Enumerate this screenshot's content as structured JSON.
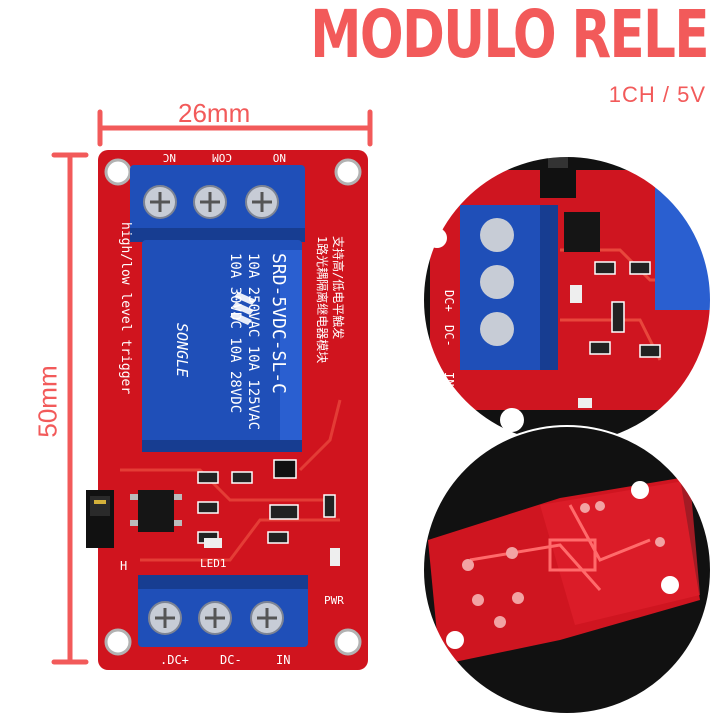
{
  "header": {
    "title": "MODULO RELE",
    "subtitle": "1CH / 5V"
  },
  "dimensions": {
    "width": "26mm",
    "height": "50mm"
  },
  "board": {
    "top_terminals": [
      "NC",
      "COM",
      "NO"
    ],
    "bottom_terminals": [
      ".DC+",
      "DC-",
      "IN"
    ],
    "side_text": "high/low level trigger",
    "relay_model": "SRD-5VDC-SL-C",
    "relay_brand": "SONGLE",
    "relay_ratings": [
      "10A 250VAC  10A 125VAC",
      "10A 30VDC  10A 28VDC"
    ],
    "led_labels": [
      "LED1",
      "PWR"
    ],
    "jumper_label": "H",
    "chinese_text": [
      "1路光耦隔离继电器模块",
      "支持高/低电平触发"
    ]
  },
  "zoom_top": {
    "labels": [
      "DC+",
      "DC-",
      "IN"
    ]
  },
  "colors": {
    "accent": "#f25a5a",
    "pcb": "#d0141e",
    "relay": "#1f4fb8"
  }
}
